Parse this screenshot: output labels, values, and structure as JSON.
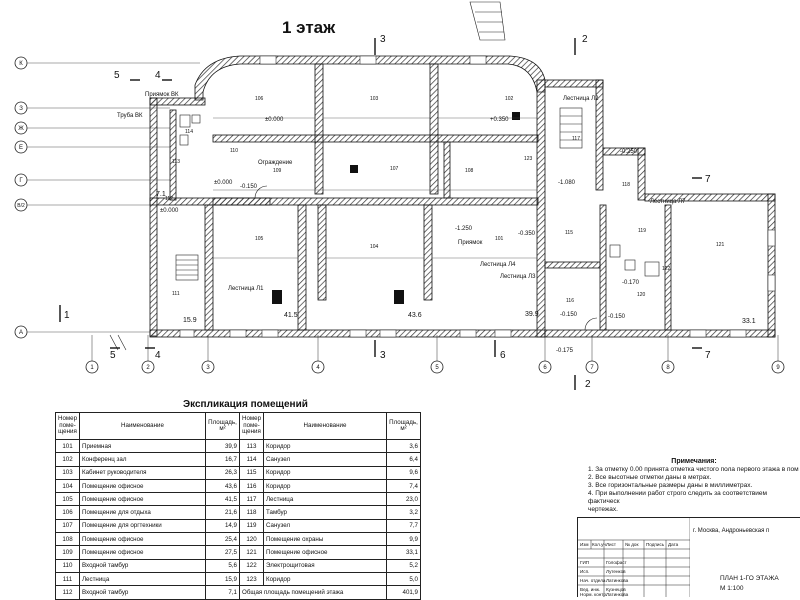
{
  "plan": {
    "title": "1 этаж",
    "axes_letters": [
      "К",
      "З",
      "Ж",
      "Е",
      "Г",
      "В/2",
      "А"
    ],
    "axes_numbers": [
      "1",
      "2",
      "3",
      "4",
      "5",
      "6",
      "7",
      "8",
      "9"
    ],
    "section_marks": [
      "5",
      "4",
      "3",
      "2",
      "7",
      "6",
      "1"
    ],
    "labels": {
      "priyamok": "Приямок ВК",
      "truba": "Труба ВК",
      "ograzhdenie": "Ограждение",
      "ladder_l1": "Лестница Л1",
      "ladder_l2": "Лестница Л2",
      "ladder_l3": "Лестница Л3",
      "ladder_l4": "Лестница Л4",
      "ladder_l7": "Лестница Л7",
      "priyamok2": "Приямок"
    },
    "rooms": [
      "101",
      "102",
      "103",
      "104",
      "105",
      "106",
      "107",
      "108",
      "109",
      "110",
      "111",
      "112",
      "113",
      "114",
      "115",
      "116",
      "117",
      "118",
      "119",
      "120",
      "121",
      "122",
      "123"
    ],
    "levels": [
      "±0.000",
      "±0.000",
      "+0.350",
      "-0.150",
      "±0.000",
      "-1.250",
      "-0.350",
      "-1.080",
      "-0.170",
      "-0.150",
      "-0.150",
      "-0.250",
      "-0.175"
    ],
    "areas": [
      "15.9",
      "41.5",
      "43.6",
      "39.9",
      "33.1",
      "7.1"
    ]
  },
  "explication": {
    "title": "Экспликация помещений",
    "headers": [
      "Номер поме-щения",
      "Наименование",
      "Площадь, м²",
      "Номер поме-щения",
      "Наименование",
      "Площадь, м²"
    ],
    "rows": [
      [
        "101",
        "Приемная",
        "39,9",
        "113",
        "Коридор",
        "3,6"
      ],
      [
        "102",
        "Конференц зал",
        "16,7",
        "114",
        "Санузел",
        "6,4"
      ],
      [
        "103",
        "Кабинет руководителя",
        "26,3",
        "115",
        "Коридор",
        "9,6"
      ],
      [
        "104",
        "Помещение офисное",
        "43,6",
        "116",
        "Коридор",
        "7,4"
      ],
      [
        "105",
        "Помещение офисное",
        "41,5",
        "117",
        "Лестница",
        "23,0"
      ],
      [
        "106",
        "Помещение для отдыха",
        "21,6",
        "118",
        "Тамбур",
        "3,2"
      ],
      [
        "107",
        "Помещение для оргтехники",
        "14,9",
        "119",
        "Санузел",
        "7,7"
      ],
      [
        "108",
        "Помещение офисное",
        "25,4",
        "120",
        "Помещение охраны",
        "9,9"
      ],
      [
        "109",
        "Помещение офисное",
        "27,5",
        "121",
        "Помещение офисное",
        "33,1"
      ],
      [
        "110",
        "Входной тамбур",
        "5,6",
        "122",
        "Электрощитовая",
        "5,2"
      ],
      [
        "111",
        "Лестница",
        "15,9",
        "123",
        "Коридор",
        "5,0"
      ],
      [
        "112",
        "Входной тамбур",
        "7,1",
        "Общая площадь помещений этажа",
        "",
        "401,9"
      ]
    ]
  },
  "notes": {
    "heading": "Примечания:",
    "items": [
      "1. За отметку 0.00 принята отметка чистого пола первого этажа в пом",
      "2. Все высотные отметки даны в метрах.",
      "3. Все горизонтальные размеры даны в миллиметрах.",
      "4. При выполнении работ строго следить за соответствием фактическ",
      "чертежах."
    ]
  },
  "stamp": {
    "cells": [
      "Изм",
      "Кол.уч",
      "Лист",
      "№ док",
      "Подпись",
      "Дата",
      "ГИП",
      "Голофаст",
      "Исп.",
      "Лутенков",
      "Нач. отдела",
      "Латинкова",
      "Вед. инж.",
      "Кузнецов",
      "Норм. контр.",
      "Латинкова"
    ],
    "address": "г. Москва, Андроньевская п",
    "plan_name": "ПЛАН 1-ГО ЭТАЖА",
    "scale": "М 1:100"
  }
}
